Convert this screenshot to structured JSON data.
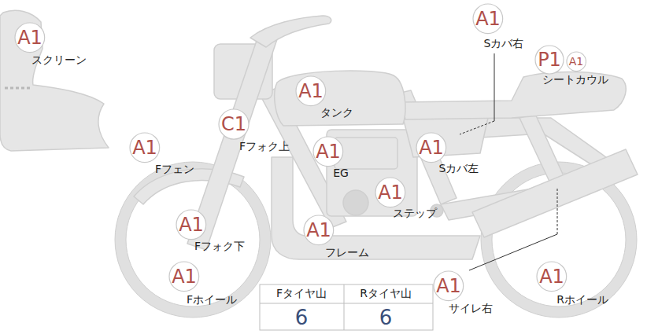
{
  "diagram": {
    "nodes": [
      {
        "text": [
          "A1"
        ]
      },
      {
        "text": [
          "A1"
        ]
      },
      {
        "text": [
          "P1"
        ]
      },
      {
        "text": [
          "A1"
        ]
      },
      {
        "text": [
          "A1"
        ]
      },
      {
        "text": [
          "C1"
        ]
      },
      {
        "text": [
          "A1"
        ]
      },
      {
        "text": [
          "A1"
        ]
      },
      {
        "text": [
          "A1"
        ]
      },
      {
        "text": [
          "A1"
        ]
      },
      {
        "text": [
          "A1"
        ]
      },
      {
        "text": [
          "A1"
        ]
      },
      {
        "text": [
          "A1"
        ]
      },
      {
        "text": [
          "A1"
        ]
      },
      {
        "text": [
          "A1"
        ]
      }
    ],
    "labels": [
      "Sカバ右",
      "スクリーン",
      "シートカウル",
      "タンク",
      "Fフォク上",
      "Fフェン",
      "EG",
      "Sカバ左",
      "ステップ",
      "Fフォク下",
      "フレーム",
      "Fホイール",
      "サイレ右",
      "Rホイール",
      "Fタイヤ山",
      "Rタイヤ山",
      "6",
      "6"
    ]
  }
}
